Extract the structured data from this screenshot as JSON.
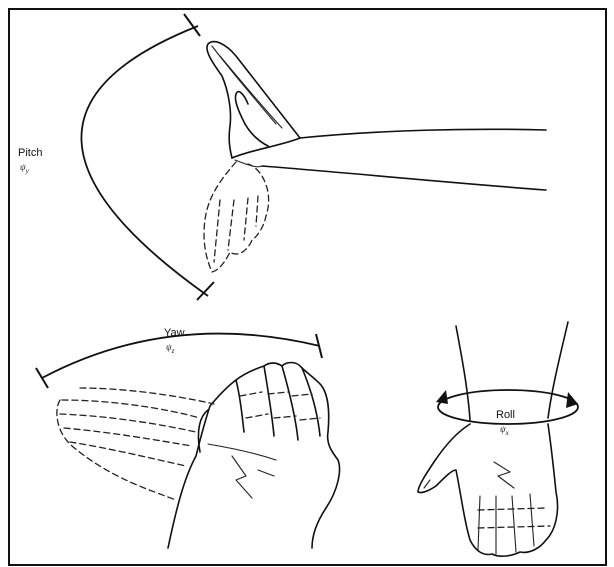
{
  "figure": {
    "pitch": {
      "label": "Pitch",
      "symbol": "ψ",
      "subscript": "y"
    },
    "yaw": {
      "label": "Yaw",
      "symbol": "ψ",
      "subscript": "z"
    },
    "roll": {
      "label": "Roll",
      "symbol": "ψ",
      "subscript": "x"
    }
  }
}
